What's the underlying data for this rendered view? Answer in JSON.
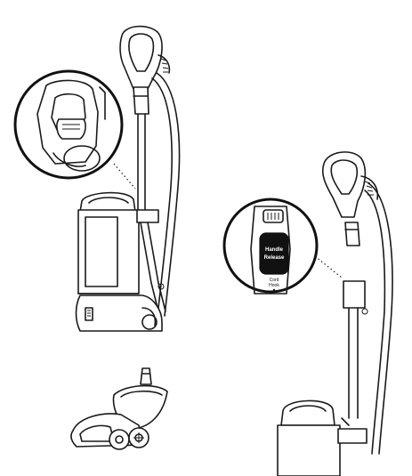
{
  "callout_right": {
    "button_label_line1": "Handle",
    "button_label_line2": "Release",
    "hook_label_line1": "Cord",
    "hook_label_line2": "Hook"
  },
  "colors": {
    "line": "#1a1a1a",
    "background": "#ffffff",
    "button": "#111111"
  }
}
